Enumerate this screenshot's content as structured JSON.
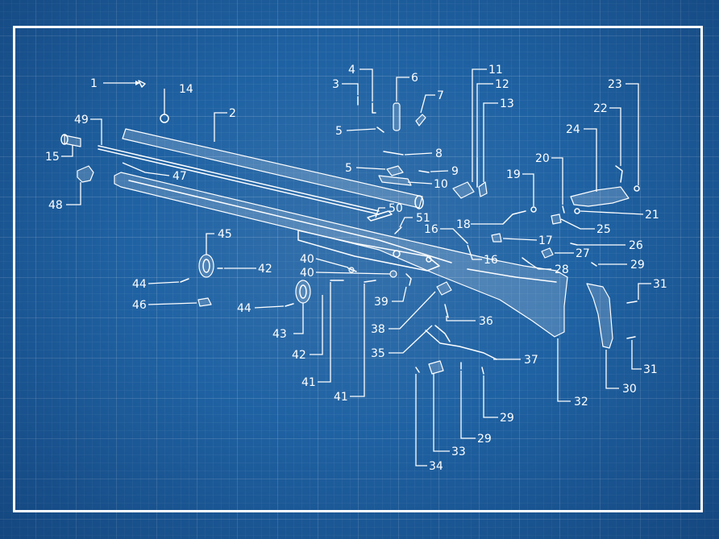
{
  "colors": {
    "background": "#1f62a3",
    "lines": "#ffffff"
  },
  "diagram": {
    "labels": [
      "1",
      "2",
      "3",
      "4",
      "5",
      "5",
      "6",
      "7",
      "8",
      "9",
      "10",
      "11",
      "12",
      "13",
      "14",
      "15",
      "16",
      "16",
      "17",
      "18",
      "19",
      "20",
      "21",
      "22",
      "23",
      "24",
      "25",
      "26",
      "27",
      "28",
      "29",
      "29",
      "29",
      "30",
      "31",
      "31",
      "32",
      "33",
      "34",
      "35",
      "36",
      "37",
      "38",
      "39",
      "40",
      "40",
      "41",
      "41",
      "42",
      "42",
      "43",
      "44",
      "44",
      "45",
      "46",
      "47",
      "48",
      "49",
      "50",
      "51"
    ]
  }
}
